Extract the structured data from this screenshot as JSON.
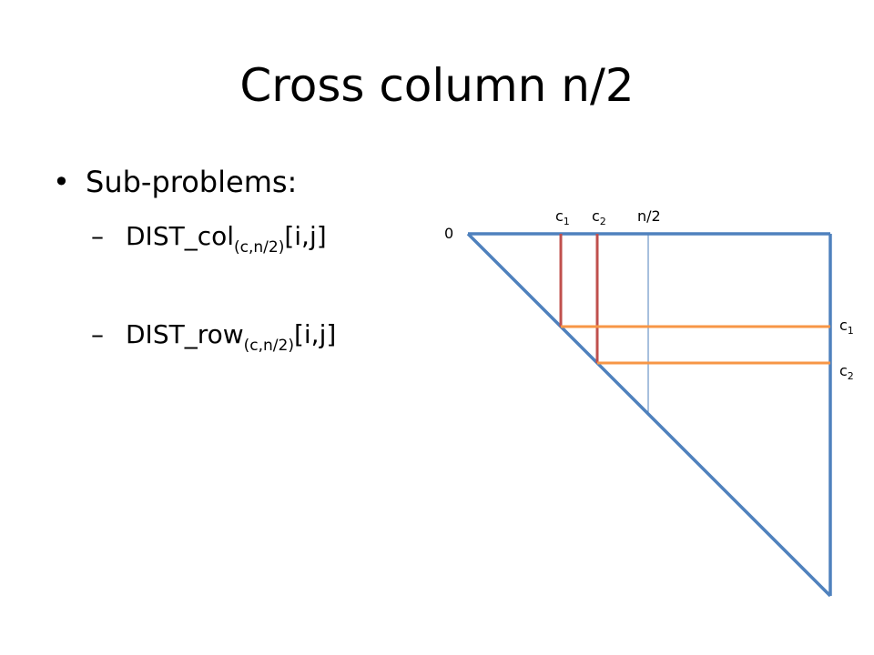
{
  "slide": {
    "title": "Cross column n/2",
    "bullet": {
      "glyph": "•",
      "text": "Sub-problems:"
    },
    "sub_bullets": [
      {
        "dash": "–",
        "base": "DIST_col",
        "sub": "(c,n/2)",
        "tail": "[i,j]"
      },
      {
        "dash": "–",
        "base": "DIST_row",
        "sub": "(c,n/2)",
        "tail": "[i,j]"
      }
    ]
  },
  "diagram": {
    "labels": {
      "origin": "0",
      "top_c1": {
        "base": "c",
        "sub": "1"
      },
      "top_c2": {
        "base": "c",
        "sub": "2"
      },
      "top_mid": "n/2",
      "right_c1": {
        "base": "c",
        "sub": "1"
      },
      "right_c2": {
        "base": "c",
        "sub": "2"
      }
    },
    "colors": {
      "triangle": "#4f81bd",
      "column_lines": "#c0504d",
      "row_lines": "#f79646",
      "midline": "#4f81bd"
    }
  }
}
